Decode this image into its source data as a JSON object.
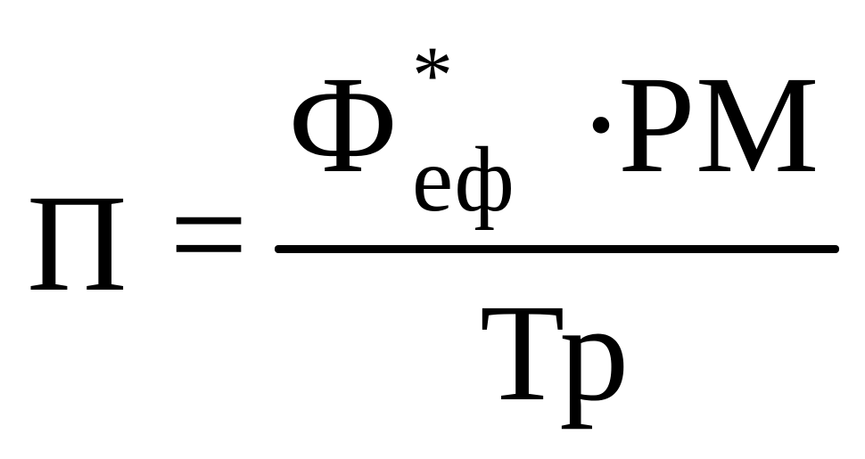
{
  "formula": {
    "lhs": "П",
    "equals": "=",
    "numerator": {
      "base": "Ф",
      "superscript": "*",
      "subscript": "еф",
      "operator": "·",
      "factor": "РМ"
    },
    "denominator": "Тр"
  }
}
